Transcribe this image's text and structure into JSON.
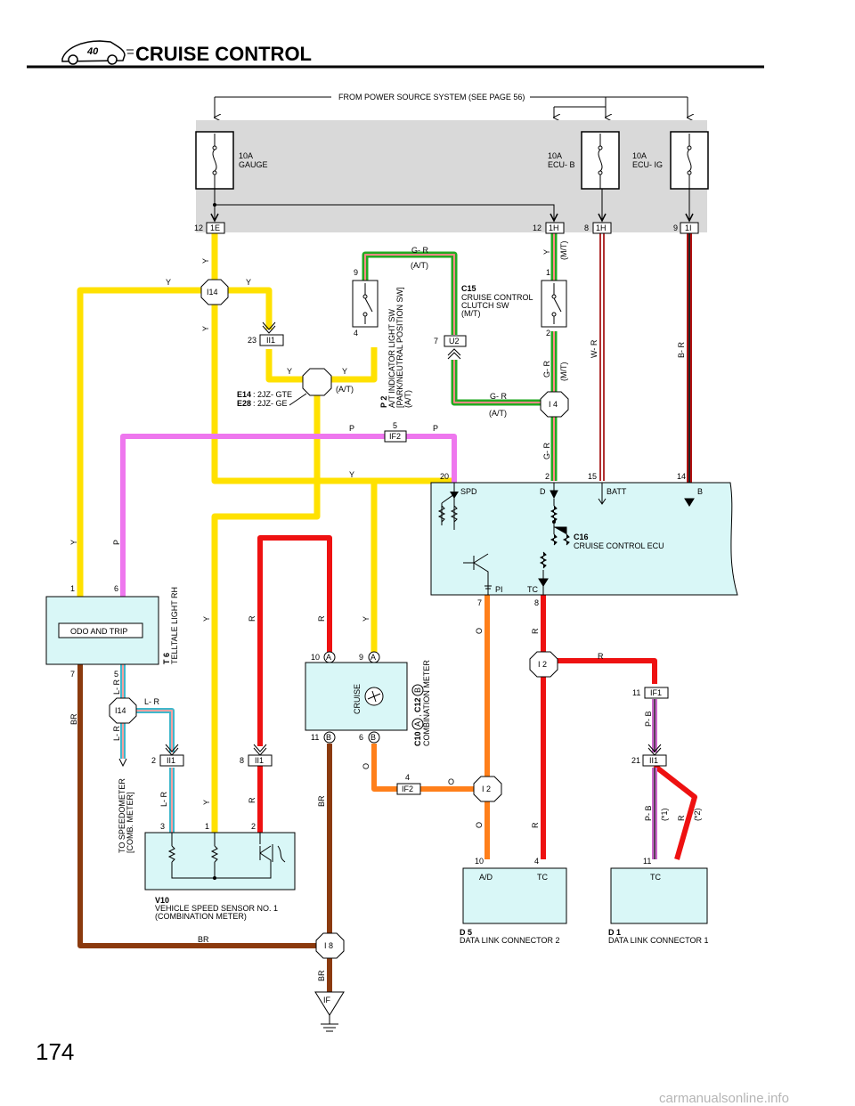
{
  "header": {
    "title": "CRUISE CONTROL",
    "logo_text": "40"
  },
  "page_number": "174",
  "watermark": "carmanualsonline.info",
  "power_source": "FROM POWER SOURCE SYSTEM (SEE PAGE 56)",
  "fuses": [
    {
      "rating": "10A",
      "name": "GAUGE"
    },
    {
      "rating": "10A",
      "name": "ECU- B"
    },
    {
      "rating": "10A",
      "name": "ECU- IG"
    }
  ],
  "connectors": {
    "c1E": "1E",
    "c1H_a": "1H",
    "c1H_b": "1H",
    "c1I": "1I",
    "I14_top": "I14",
    "II1_23": "II1",
    "U2": "U2",
    "I4": "I 4",
    "IF2_5": "IF2",
    "I14_left": "I14",
    "II1_2": "II1",
    "II1_8": "II1",
    "IF2_4": "IF2",
    "I2_mid": "I 2",
    "I2_bottom": "I 2",
    "IF1": "IF1",
    "II1_21": "II1",
    "I8": "I 8",
    "IF": "IF",
    "A_10": "A",
    "A_9": "A",
    "B_11": "B",
    "B_6": "B"
  },
  "pins": {
    "p12a": "12",
    "p12b": "12",
    "p8": "8",
    "p9": "9",
    "sw9": "9",
    "sw4": "4",
    "p23": "23",
    "p7u2": "7",
    "p1": "1",
    "p2sw": "2",
    "p5": "5",
    "p20": "20",
    "p2ecu": "2",
    "p15": "15",
    "p14": "14",
    "t1": "1",
    "t6": "6",
    "t7": "7",
    "t5": "5",
    "m10": "10",
    "m9": "9",
    "m11": "11",
    "m6": "6",
    "e7": "7",
    "e8": "8",
    "p4": "4",
    "p11": "11",
    "p21": "21",
    "s2": "2",
    "s8": "8",
    "v3": "3",
    "v1": "1",
    "v2": "2",
    "d10": "10",
    "d4": "4",
    "d11": "11"
  },
  "wires": {
    "y1": "Y",
    "y2": "Y",
    "y3": "Y",
    "y4": "Y",
    "y5": "Y",
    "y6": "Y",
    "y7": "Y",
    "y8": "Y",
    "y9": "Y",
    "y10": "Y",
    "y11": "Y",
    "gr1": "G- R",
    "gr2": "G- R",
    "gr3": "G- R",
    "gr4": "G- R",
    "at1": "(A/T)",
    "at2": "(A/T)",
    "at3": "(A/T)",
    "mt1": "(M/T)",
    "mt2": "(M/T)",
    "wr": "W- R",
    "br_top": "B- R",
    "p1": "P",
    "p2": "P",
    "p3": "P",
    "r1": "R",
    "r2": "R",
    "r3": "R",
    "r4": "R",
    "r5": "R",
    "r6": "R",
    "r7": "R",
    "o1": "O",
    "o2": "O",
    "o3": "O",
    "o4": "O",
    "lr1": "L- R",
    "lr2": "L- R",
    "lr3": "L- R",
    "lr4": "L- R",
    "br1": "BR",
    "br2": "BR",
    "br3": "BR",
    "br4": "BR",
    "pb1": "P- B",
    "pb2": "P- B",
    "note1": "(*1)",
    "note2": "(*2)"
  },
  "components": {
    "c15_id": "C15",
    "c15_name": [
      "CRUISE CONTROL",
      "CLUTCH SW",
      "(M/T)"
    ],
    "p2_id": "P 2",
    "p2_name": [
      "A/T INDICATOR LIGHT SW",
      "[PARK/NEUTRAL POSITION SW]",
      "(A/T)"
    ],
    "e14": {
      "id": "E14",
      "desc": ": 2JZ- GTE"
    },
    "e28": {
      "id": "E28",
      "desc": ": 2JZ- GE"
    },
    "c16_id": "C16",
    "c16_name": "CRUISE CONTROL ECU",
    "ecu_terms": {
      "spd": "SPD",
      "d": "D",
      "batt": "BATT",
      "b": "B",
      "pi": "PI",
      "tc": "TC"
    },
    "t6_id": "T 6",
    "t6_name": "TELLTALE LIGHT RH",
    "odo": "ODO AND TRIP",
    "meter_ids": {
      "c10": "C10",
      "c12": "C12",
      "a": "A",
      "b": "B",
      "comma": ","
    },
    "meter_name": "COMBINATION METER",
    "cruise": "CRUISE",
    "v10_id": "V10",
    "v10_name": [
      "VEHICLE SPEED SENSOR NO. 1",
      "(COMBINATION METER)"
    ],
    "speedometer": [
      "TO SPEEDOMETER",
      "[COMB.  METER]"
    ],
    "d5": {
      "id": "D 5",
      "name": "DATA LINK CONNECTOR 2",
      "t1": "A/D",
      "t2": "TC"
    },
    "d1": {
      "id": "D 1",
      "name": "DATA LINK CONNECTOR 1",
      "t1": "TC"
    }
  },
  "colors": {
    "yellow": "#ffe100",
    "pink": "#ee77ee",
    "red": "#ee1111",
    "orange": "#ff7f1a",
    "brown": "#8b3a0e",
    "panel_gray": "#d9d9d9",
    "cyan_box": "#d9f7f7",
    "green": "#22aa22"
  }
}
